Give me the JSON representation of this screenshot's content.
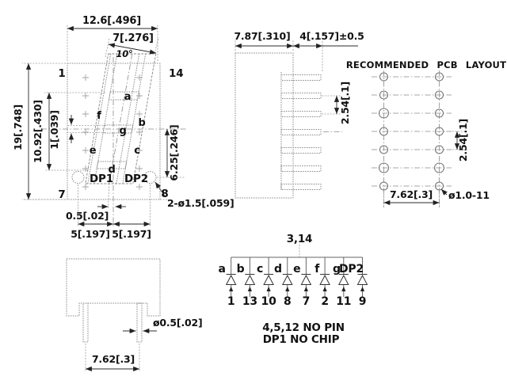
{
  "front_view": {
    "dim_overall_width": "12.6[.496]",
    "dim_window_width": "7[.276]",
    "slant_angle": "10°",
    "dim_overall_height": "19[.748]",
    "dim_digit_height": "10.92[.430]",
    "dim_segment_width": "1[.039]",
    "dim_lower_half": "6.25[.246]",
    "dim_center_offset": "0.5[.02]",
    "dim_dp_pitch_left": "5[.197]",
    "dim_dp_pitch_right": "5[.197]",
    "dim_dp_holes": "2-ø1.5[.059]",
    "pin_top_left": "1",
    "pin_top_right": "14",
    "pin_bottom_left": "7",
    "pin_bottom_right": "8",
    "dp1_label": "DP1",
    "dp2_label": "DP2",
    "segments": [
      "a",
      "b",
      "c",
      "d",
      "e",
      "f",
      "g"
    ]
  },
  "side_view": {
    "dim_body_depth": "7.87[.310]",
    "dim_pin_length": "4[.157]±0.5",
    "dim_pin_pitch": "2.54[.1]"
  },
  "pcb_layout": {
    "title": "RECOMMENDED PCB LAYOUT",
    "dim_hole_pitch": "2.54[.1]",
    "dim_column_spacing": "7.62[.3]",
    "hole_spec": "ø1.0-11"
  },
  "bottom_view": {
    "dim_pin_diameter": "ø0.5[.02]",
    "dim_pin_spacing": "7.62[.3]"
  },
  "schematic": {
    "common_pins": "3,14",
    "segments": [
      "a",
      "b",
      "c",
      "d",
      "e",
      "f",
      "g",
      "DP2"
    ],
    "pins": [
      "1",
      "13",
      "10",
      "8",
      "7",
      "2",
      "11",
      "9"
    ],
    "notes": [
      "4,5,12 NO PIN",
      "DP1 NO CHIP"
    ]
  }
}
